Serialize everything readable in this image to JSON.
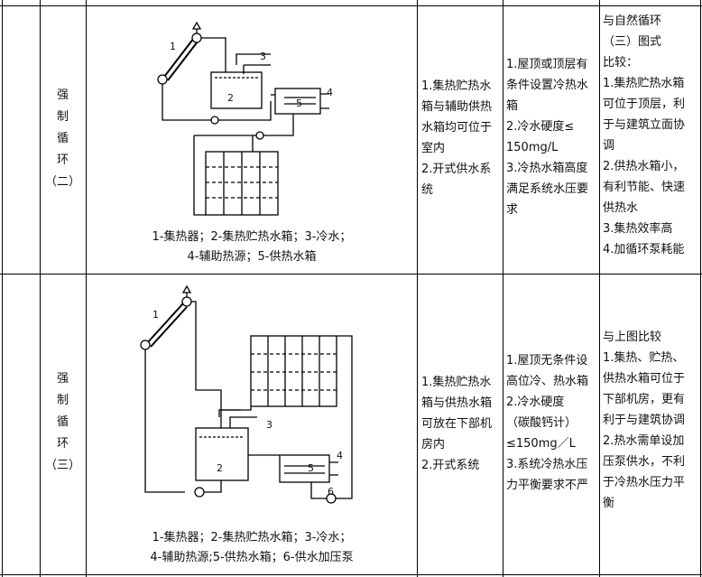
{
  "row2": {
    "name": [
      "强",
      "制",
      "循",
      "环",
      "（二）"
    ],
    "diagram_labels": {
      "n1": "1",
      "n2": "2",
      "n3": "3",
      "n4": "4",
      "n5": "5"
    },
    "caption": [
      "1-集热器；2-集热贮热水箱；3-冷水；",
      "4-辅助热源；5-供热水箱"
    ],
    "features": [
      "1.集热贮热水",
      "箱与辅助供热",
      "水箱均可位于",
      "室内",
      "2.开式供水系",
      "统"
    ],
    "conditions": [
      "1.屋顶或顶层有",
      "条件设置冷热水",
      "箱",
      "2.冷水硬度≤",
      "150mg/L",
      "3.冷热水箱高度",
      "满足系统水压要",
      "求"
    ],
    "comparison": [
      "与自然循环",
      "（三）图式",
      "比较：",
      "1.集热贮热水箱",
      "可位于顶层，利",
      "于与建筑立面协",
      "调",
      "2.供热水箱小，",
      "有利节能、快速",
      "供热水",
      "3.集热效率高",
      "4.加循环泵耗能"
    ]
  },
  "row3": {
    "name": [
      "强",
      "制",
      "循",
      "环",
      "（三）"
    ],
    "diagram_labels": {
      "n1": "1",
      "n2": "2",
      "n3": "3",
      "n4": "4",
      "n5": "5",
      "n6": "6"
    },
    "caption": [
      "1-集热器；2-集热贮热水箱；3-冷水；",
      "4-辅助热源;5-供热水箱；6-供水加压泵"
    ],
    "features": [
      "1.集热贮热水",
      "箱与供热水箱",
      "可放在下部机",
      "房内",
      "2.开式系统"
    ],
    "conditions": [
      "1.屋顶无条件设",
      "高位冷、热水箱",
      "2.冷水硬度",
      "（碳酸钙计）",
      "≤150mg／L",
      "3.系统冷热水压",
      "力平衡要求不严"
    ],
    "comparison": [
      "与上图比较",
      "1.集热、贮热、",
      "供热水箱可位于",
      "下部机房，更有",
      "利于与建筑协调",
      "2.热水需单设加",
      "压泵供水，不利",
      "于冷热水压力平",
      "衡"
    ]
  }
}
